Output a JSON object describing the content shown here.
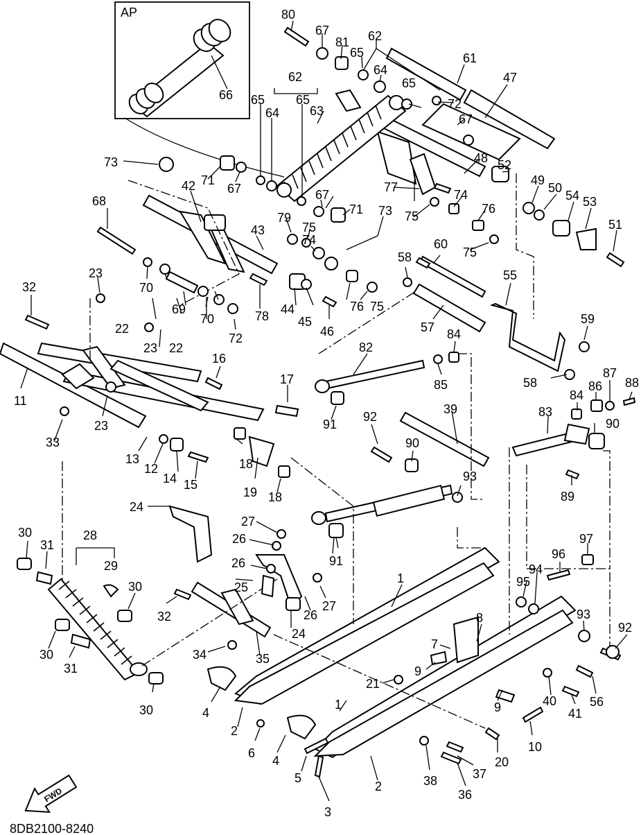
{
  "inset_label": "AP",
  "drawing_code": "8DB2100-8240",
  "fwd_label": "FWD",
  "part_numbers": [
    "1",
    "2",
    "3",
    "4",
    "5",
    "6",
    "7",
    "8",
    "9",
    "10",
    "11",
    "12",
    "13",
    "14",
    "15",
    "16",
    "17",
    "18",
    "19",
    "20",
    "21",
    "22",
    "23",
    "24",
    "25",
    "26",
    "27",
    "28",
    "29",
    "30",
    "31",
    "32",
    "33",
    "34",
    "35",
    "36",
    "37",
    "38",
    "39",
    "40",
    "41",
    "42",
    "43",
    "44",
    "45",
    "46",
    "47",
    "48",
    "49",
    "50",
    "51",
    "52",
    "53",
    "54",
    "55",
    "56",
    "57",
    "58",
    "59",
    "60",
    "61",
    "62",
    "63",
    "64",
    "65",
    "66",
    "67",
    "68",
    "69",
    "70",
    "71",
    "72",
    "73",
    "74",
    "75",
    "76",
    "77",
    "78",
    "79",
    "80",
    "81",
    "82",
    "83",
    "84",
    "85",
    "86",
    "87",
    "88",
    "89",
    "90",
    "91",
    "92",
    "93",
    "94",
    "95",
    "96",
    "97"
  ]
}
